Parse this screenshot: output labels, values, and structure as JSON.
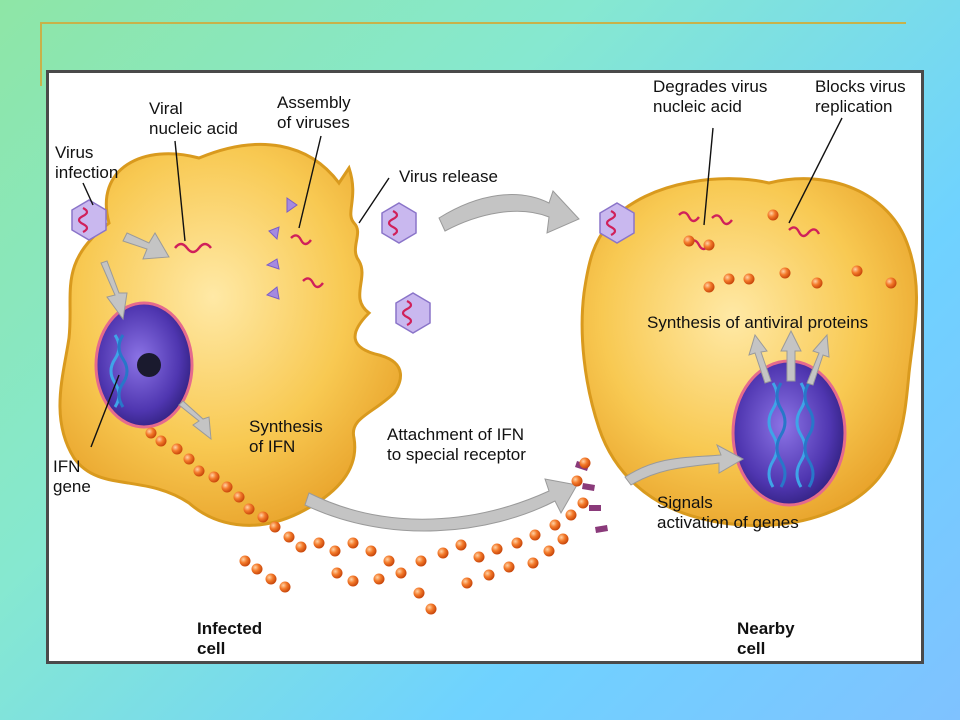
{
  "labels": {
    "virus_infection": "Virus\ninfection",
    "viral_nucleic_acid": "Viral\nnucleic acid",
    "assembly_of_viruses": "Assembly\nof viruses",
    "virus_release": "Virus release",
    "degrades_virus_nucleic_acid": "Degrades virus\nnucleic acid",
    "blocks_virus_replication": "Blocks virus\nreplication",
    "synthesis_of_antiviral_proteins": "Synthesis of antiviral proteins",
    "synthesis_of_ifn": "Synthesis\nof IFN",
    "attachment_of_ifn": "Attachment of IFN\nto special receptor",
    "ifn_gene": "IFN\ngene",
    "signals_activation_of_genes": "Signals\nactivation of genes",
    "infected_cell": "Infected\ncell",
    "nearby_cell": "Nearby\ncell"
  },
  "colors": {
    "cell_fill": "#f7c64f",
    "cell_edge": "#d99a1e",
    "nucleus": "#5a3fb8",
    "virus_capsid": "#c9b8ef",
    "viral_rna": "#d0205a",
    "ifn_particle": "#f06a1e",
    "arrow_gray": "#b8b8b8"
  }
}
